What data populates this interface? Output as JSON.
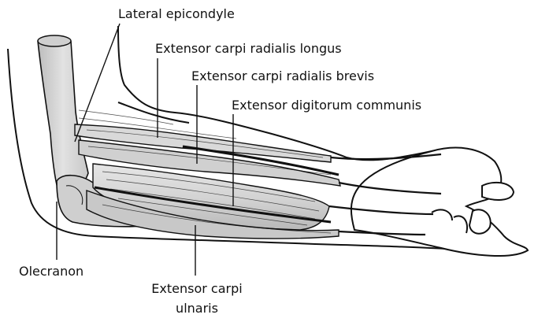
{
  "labels": {
    "lateral_epicondyle": "Lateral epicondyle",
    "ecr_longus": "Extensor carpi radialis longus",
    "ecr_brevis": "Extensor carpi radialis brevis",
    "ed_communis": "Extensor digitorum communis",
    "olecranon": "Olecranon",
    "ecu_line1": "Extensor carpi",
    "ecu_line2": "ulnaris"
  },
  "colors": {
    "outline": "#111111",
    "muscle_fill": "#dcdcdc",
    "muscle_shade": "#c4c4c4",
    "bone_fill": "#d6d6d6",
    "background": "#ffffff"
  }
}
